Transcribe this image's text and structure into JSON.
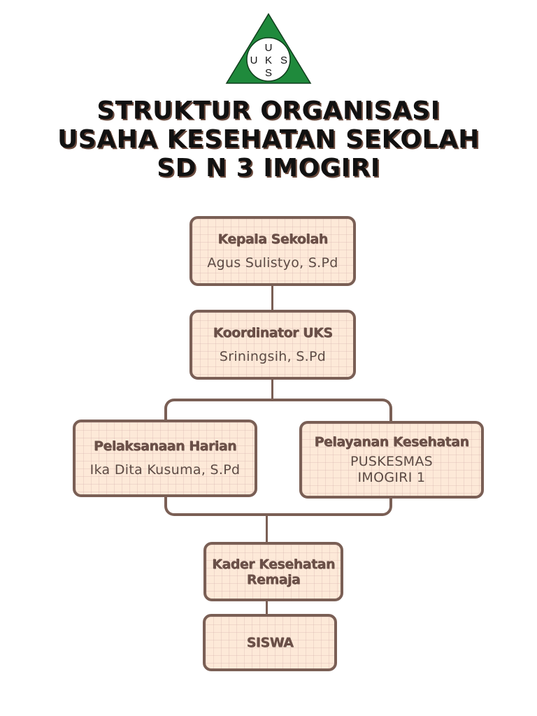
{
  "logo": {
    "letters_top": "U",
    "letters_middle": [
      "U",
      "K",
      "S"
    ],
    "letters_bottom": "S",
    "triangle_color": "#1f8a3c",
    "circle_color": "#ffffff"
  },
  "title": {
    "lines": [
      "STRUKTUR ORGANISASI",
      "USAHA KESEHATAN SEKOLAH",
      "SD N 3 IMOGIRI"
    ]
  },
  "colors": {
    "box_border": "#7a5f55",
    "box_fill": "#fde9d8",
    "connector": "#7a5f55",
    "title_text": "#111111"
  },
  "org_chart": {
    "nodes": [
      {
        "id": "kepala",
        "role": "Kepala Sekolah",
        "person": "Agus Sulistyo, S.Pd"
      },
      {
        "id": "koordinator",
        "role": "Koordinator UKS",
        "person": "Sriningsih, S.Pd"
      },
      {
        "id": "pelaksanaan",
        "role": "Pelaksanaan Harian",
        "person": "Ika Dita Kusuma, S.Pd"
      },
      {
        "id": "pelayanan",
        "role": "Pelayanan Kesehatan",
        "person_lines": [
          "PUSKESMAS",
          "IMOGIRI 1"
        ]
      },
      {
        "id": "kader",
        "role_lines": [
          "Kader Kesehatan",
          "Remaja"
        ]
      },
      {
        "id": "siswa",
        "role": "SISWA"
      }
    ],
    "edges": [
      [
        "kepala",
        "koordinator"
      ],
      [
        "koordinator",
        "pelaksanaan"
      ],
      [
        "koordinator",
        "pelayanan"
      ],
      [
        "pelaksanaan",
        "kader"
      ],
      [
        "pelayanan",
        "kader"
      ],
      [
        "kader",
        "siswa"
      ]
    ]
  }
}
